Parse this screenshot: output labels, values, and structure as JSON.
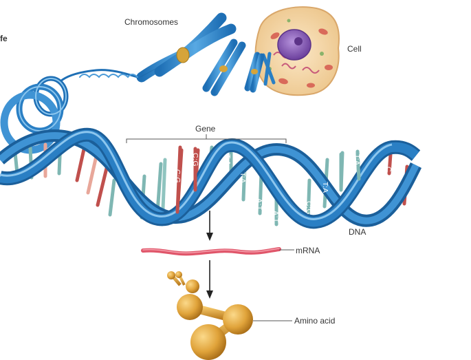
{
  "figure": {
    "edge_fragment": "fe",
    "labels": {
      "chromosomes": "Chromosomes",
      "cell": "Cell",
      "gene": "Gene",
      "dna": "DNA",
      "mrna": "mRNA",
      "amino_acid": "Amino acid"
    },
    "base_pairs": [
      "C:G",
      "C:G",
      "T:A",
      "T:A",
      "A:T",
      "A:T",
      "C:G",
      "T:A",
      "T:A",
      "C"
    ],
    "colors": {
      "helix_blue": "#2a7fc4",
      "helix_dark": "#1b5f9a",
      "helix_light": "#6cb4e6",
      "rung_teal": "#7fb7b3",
      "rung_red": "#c0504d",
      "rung_pink": "#e8a79a",
      "mrna_red": "#e0566a",
      "amino_gold": "#e0a33a",
      "cell_fill": "#f5d9ab",
      "nucleus": "#8a5fb8"
    }
  }
}
